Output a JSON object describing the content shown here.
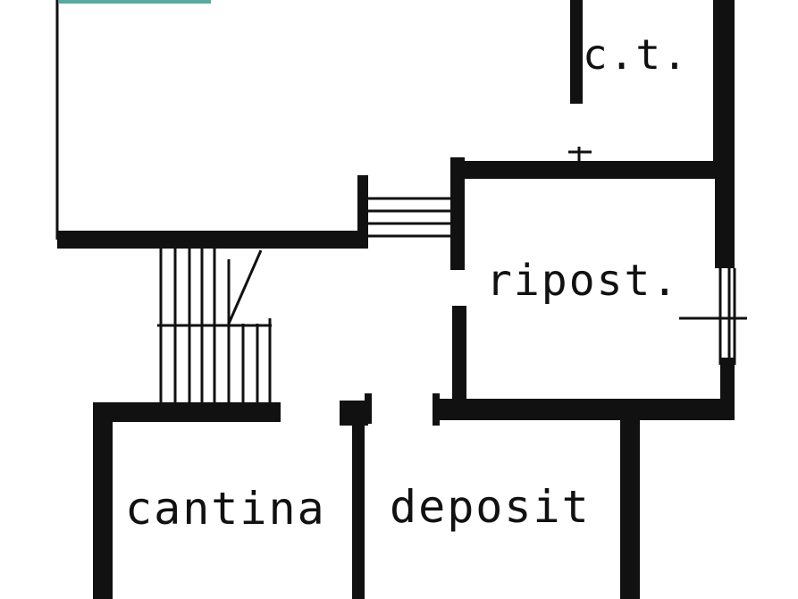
{
  "plan": {
    "rooms": {
      "ct": "c.t.",
      "ripost": "ripost.",
      "cantina": "cantina",
      "deposit": "deposit"
    }
  }
}
